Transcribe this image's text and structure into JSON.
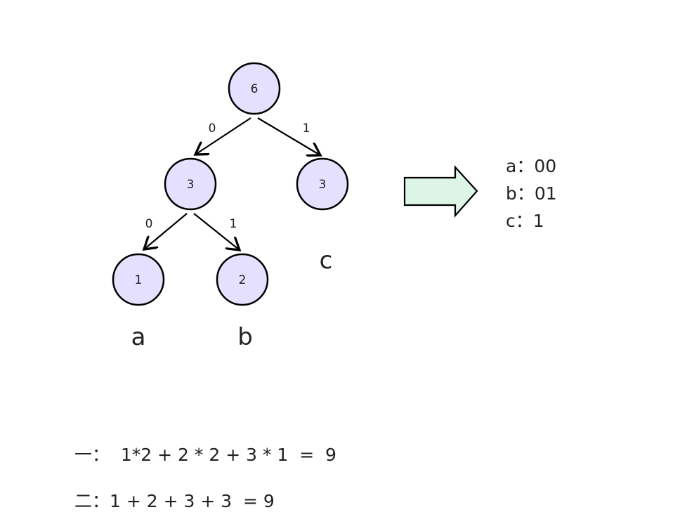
{
  "tree": {
    "nodes": [
      {
        "id": "root",
        "value": "6"
      },
      {
        "id": "left",
        "value": "3"
      },
      {
        "id": "right",
        "value": "3"
      },
      {
        "id": "left-left",
        "value": "1"
      },
      {
        "id": "left-right",
        "value": "2"
      }
    ],
    "edges": [
      {
        "from": "root",
        "to": "left",
        "label": "0"
      },
      {
        "from": "root",
        "to": "right",
        "label": "1"
      },
      {
        "from": "left",
        "to": "left-left",
        "label": "0"
      },
      {
        "from": "left",
        "to": "left-right",
        "label": "1"
      }
    ],
    "leaf_labels": {
      "a": "a",
      "b": "b",
      "c": "c"
    }
  },
  "codes": [
    "a：00",
    "b：01",
    "c：1"
  ],
  "formulas": [
    "一：  1*2 + 2 * 2 + 3 * 1  =  9",
    "二：1 + 2 + 3 + 3  = 9"
  ],
  "colors": {
    "node_fill": "#e6e0ff",
    "arrow_fill": "#ddf5e6",
    "stroke": "#000000"
  }
}
